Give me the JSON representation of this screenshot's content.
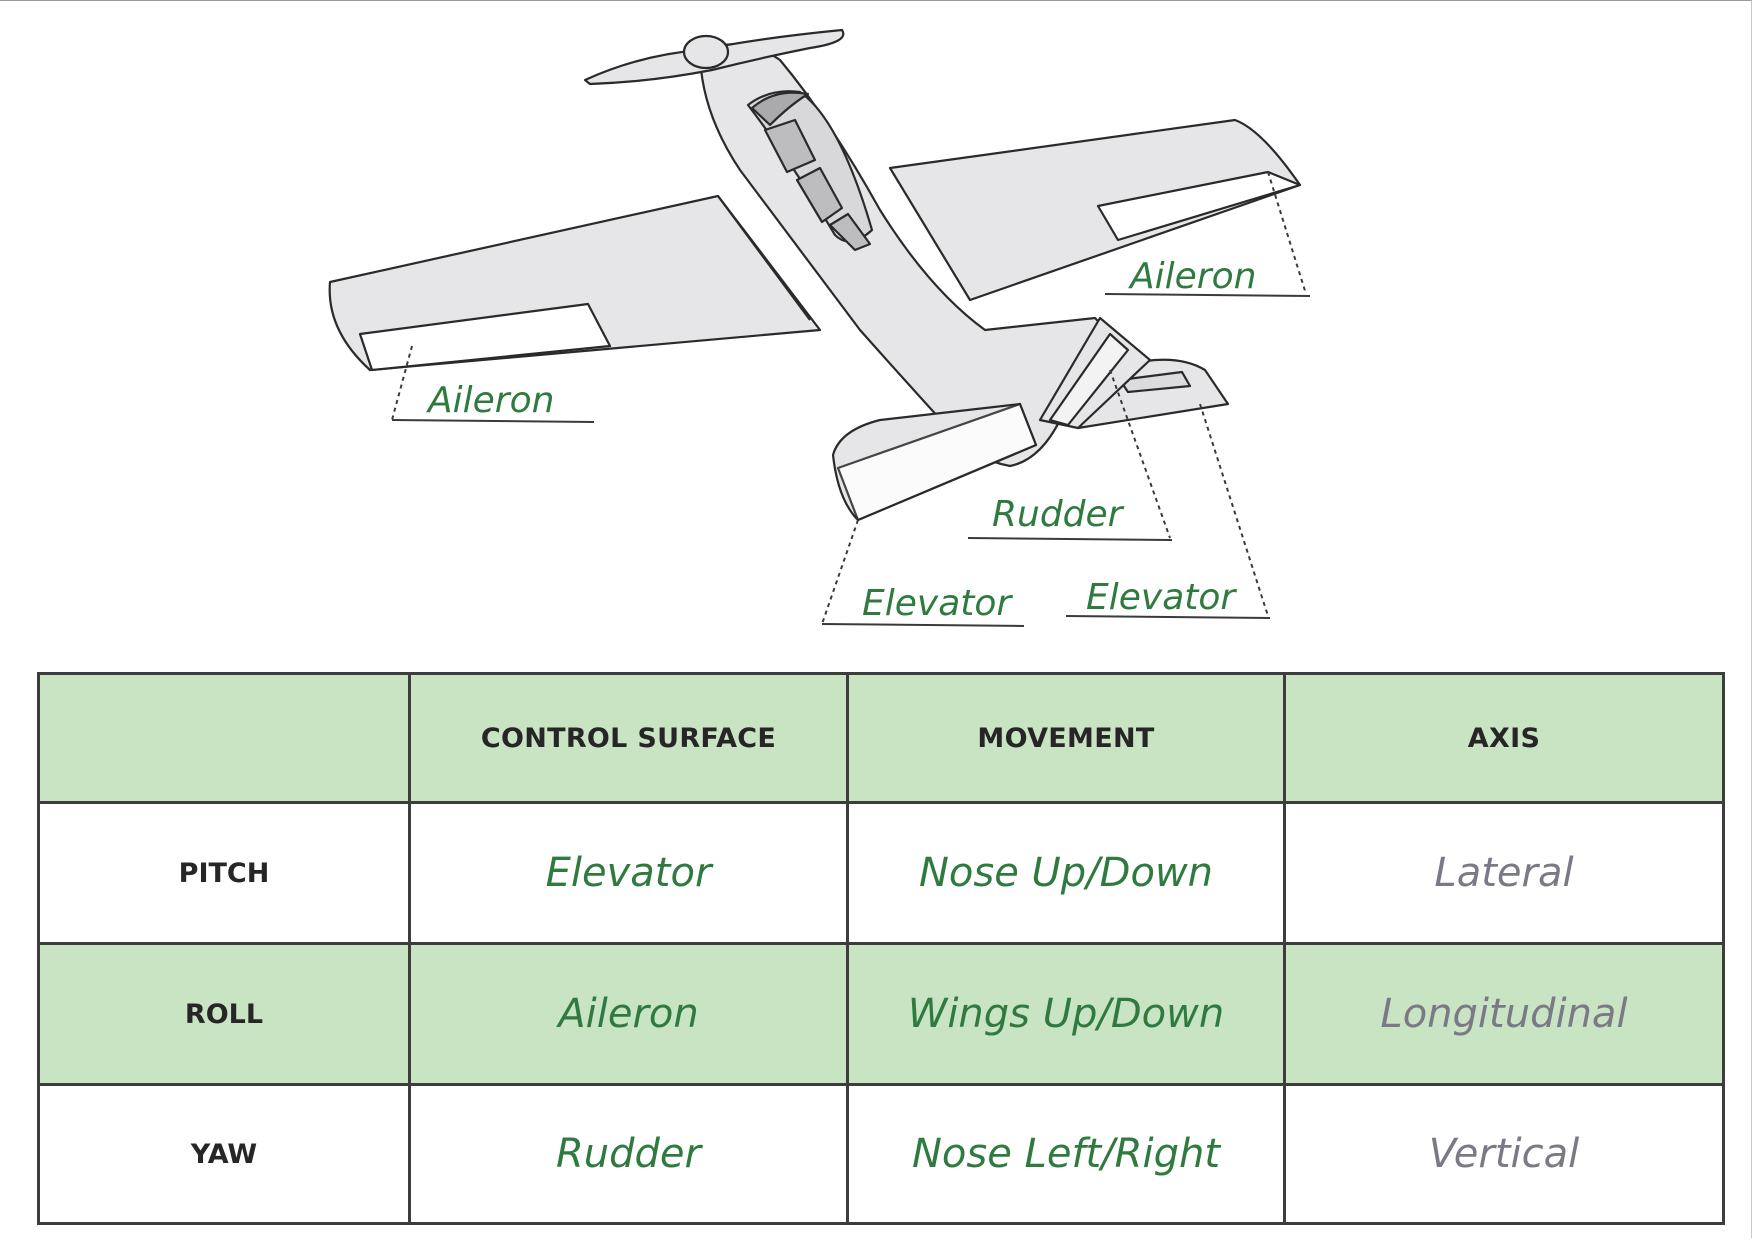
{
  "diagram": {
    "labels": {
      "aileron_right": "Aileron",
      "aileron_left": "Aileron",
      "rudder": "Rudder",
      "elevator_left": "Elevator",
      "elevator_right": "Elevator"
    }
  },
  "table": {
    "headers": [
      "",
      "CONTROL SURFACE",
      "MOVEMENT",
      "AXIS"
    ],
    "rows": [
      {
        "label": "PITCH",
        "surface": "Elevator",
        "movement": "Nose Up/Down",
        "axis": "Lateral"
      },
      {
        "label": "ROLL",
        "surface": "Aileron",
        "movement": "Wings Up/Down",
        "axis": "Longitudinal"
      },
      {
        "label": "YAW",
        "surface": "Rudder",
        "movement": "Nose Left/Right",
        "axis": "Vertical"
      }
    ]
  },
  "colors": {
    "accent_green": "#2f7a3f",
    "header_fill": "#c9e4c3",
    "axis_text": "#7a7a86",
    "aircraft_fill": "#e6e6e8"
  }
}
